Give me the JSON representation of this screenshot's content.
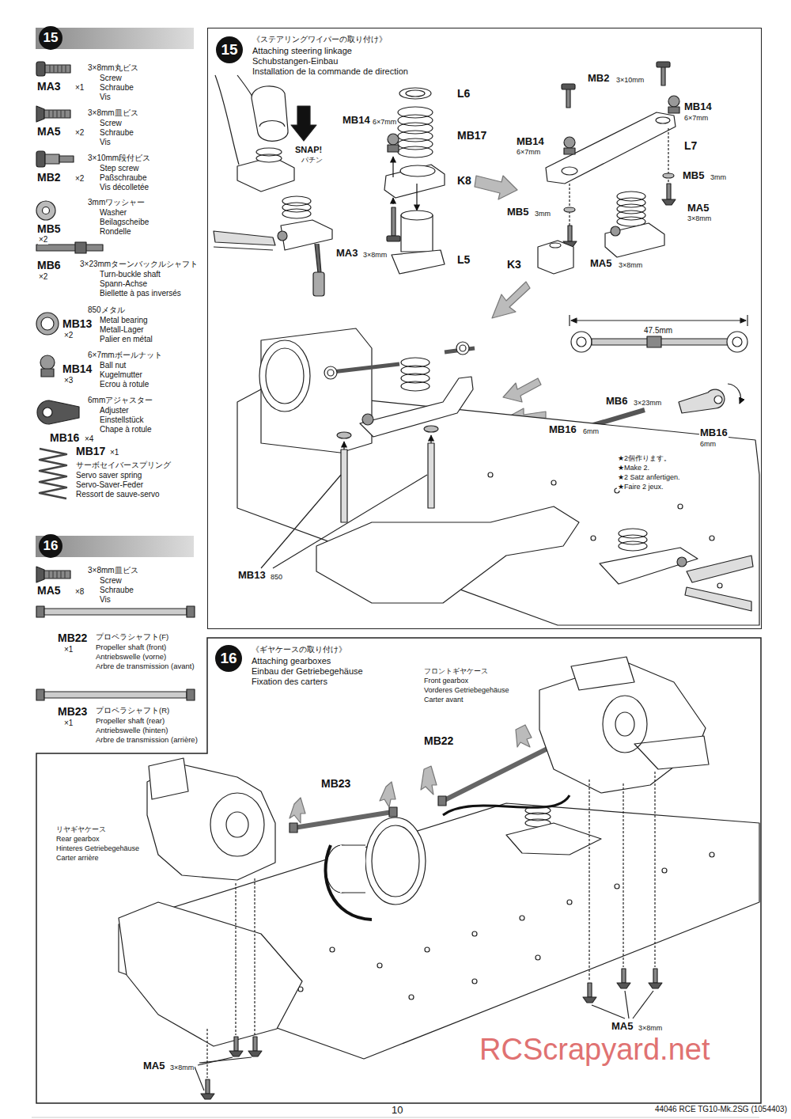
{
  "diagram": {
    "nodes": [
      {
        "text": [
          "15"
        ]
      },
      {
        "text": [
          "15",
          "《ステアリングワイパーの取り付け》",
          "Attaching steering linkage",
          "Schubstangen-Einbau",
          "Installation de la commande de direction"
        ]
      },
      {
        "text": [
          "16"
        ]
      },
      {
        "text": [
          "16",
          "《ギヤケースの取り付け》",
          "Attaching gearboxes",
          "Einbau der Getriebegehäuse",
          "Fixation des carters"
        ]
      }
    ],
    "labels": [
      "3×8mm丸ビス",
      "Screw",
      "Schraube",
      "Vis",
      "MA3",
      "×1",
      "3×8mm皿ビス",
      "Screw",
      "Schraube",
      "Vis",
      "MA5",
      "×2",
      "3×10mm段付ビス",
      "Step screw",
      "Paßschraube",
      "Vis décolletée",
      "MB2",
      "×2",
      "3mmワッシャー",
      "Washer",
      "Beilagscheibe",
      "Rondelle",
      "MB5",
      "×2",
      "3×23mmターンバックルシャフト",
      "Turn-buckle shaft",
      "Spann-Achse",
      "Biellette à pas inversés",
      "MB6",
      "×2",
      "850メタル",
      "Metal bearing",
      "Metall-Lager",
      "Palier en métal",
      "MB13",
      "×2",
      "6×7mmボールナット",
      "Ball nut",
      "Kugelmutter",
      "Ecrou à rotule",
      "MB14",
      "×3",
      "6mmアジャスター",
      "Adjuster",
      "Einstellstück",
      "Chape à rotule",
      "MB16",
      "×4",
      "サーボセイバースプリング",
      "Servo saver spring",
      "Servo-Saver-Feder",
      "Ressort de sauve-servo",
      "MB17",
      "×1",
      "3×8mm皿ビス",
      "Screw",
      "Schraube",
      "Vis",
      "MA5",
      "×8",
      "プロペラシャフト(F)",
      "Propeller shaft (front)",
      "Antriebswelle (vorne)",
      "Arbre de transmission (avant)",
      "MB22",
      "×1",
      "プロペラシャフト(R)",
      "Propeller shaft (rear)",
      "Antriebswelle (hinten)",
      "Arbre de transmission (arrière)",
      "MB23",
      "×1",
      "SNAP!",
      "パチン",
      "L6",
      "MB14",
      "6×7mm",
      "MB17",
      "K8",
      "MA3",
      "3×8mm",
      "L5",
      "MB2",
      "3×10mm",
      "MB14",
      "6×7mm",
      "MB14",
      "6×7mm",
      "L7",
      "MB5",
      "3mm",
      "MA5",
      "3×8mm",
      "MB5",
      "3mm",
      "K3",
      "MA5",
      "3×8mm",
      "47.5mm",
      "MB6",
      "3×23mm",
      "MB16",
      "6mm",
      "MB16",
      "6mm",
      "★2個作ります。",
      "★Make 2.",
      "★2 Satz anfertigen.",
      "★Faire 2 jeux.",
      "MB13",
      "850",
      "フロントギヤケース",
      "Front gearbox",
      "Vorderes Getriebegehäuse",
      "Carter avant",
      "MB22",
      "MB23",
      "リヤギヤケース",
      "Rear gearbox",
      "Hinteres Getriebegehäuse",
      "Carter arrière",
      "MA5",
      "3×8mm",
      "MA5",
      "3×8mm",
      "10",
      "44046 RCE TG10-Mk.2SG (1054403)",
      "RCScrapyard.net"
    ]
  }
}
